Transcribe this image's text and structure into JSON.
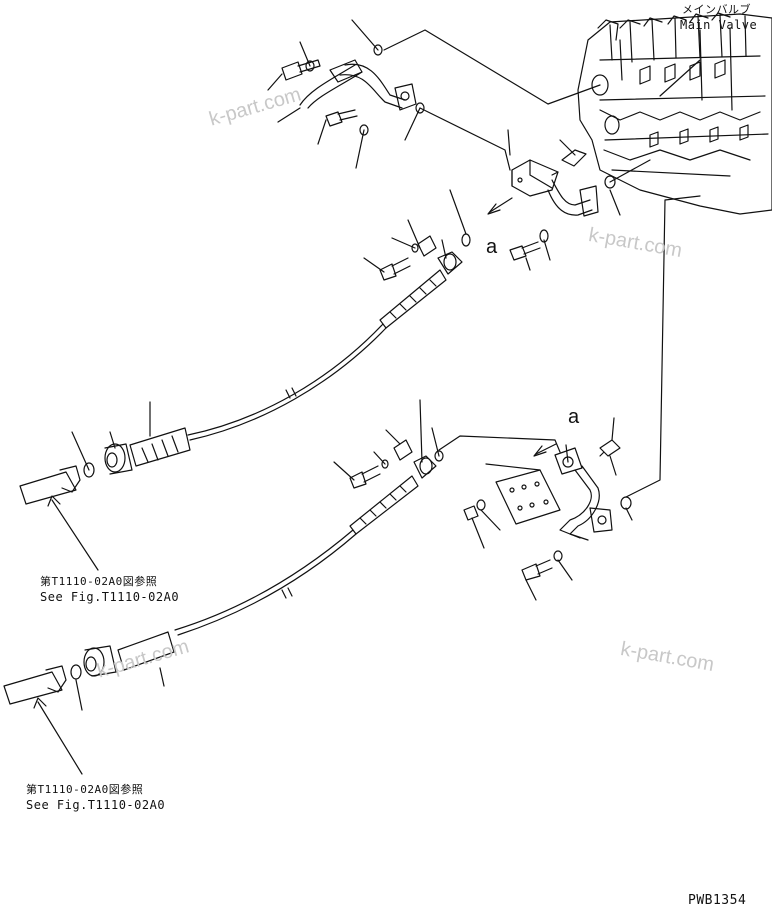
{
  "labels": {
    "main_valve_jp": "メインバルブ",
    "main_valve_en": "Main Valve",
    "ref1_jp": "第T1110-02A0図参照",
    "ref1_en": "See Fig.T1110-02A0",
    "ref2_jp": "第T1110-02A0図参照",
    "ref2_en": "See Fig.T1110-02A0",
    "marker_top": "a",
    "marker_bottom": "a",
    "drawing_code": "PWB1354"
  },
  "watermarks": [
    "k-part.com",
    "k-part.com",
    "k-part.com",
    "k-part.com"
  ],
  "colors": {
    "ink": "#111111",
    "watermark": "#c8c8c8"
  }
}
